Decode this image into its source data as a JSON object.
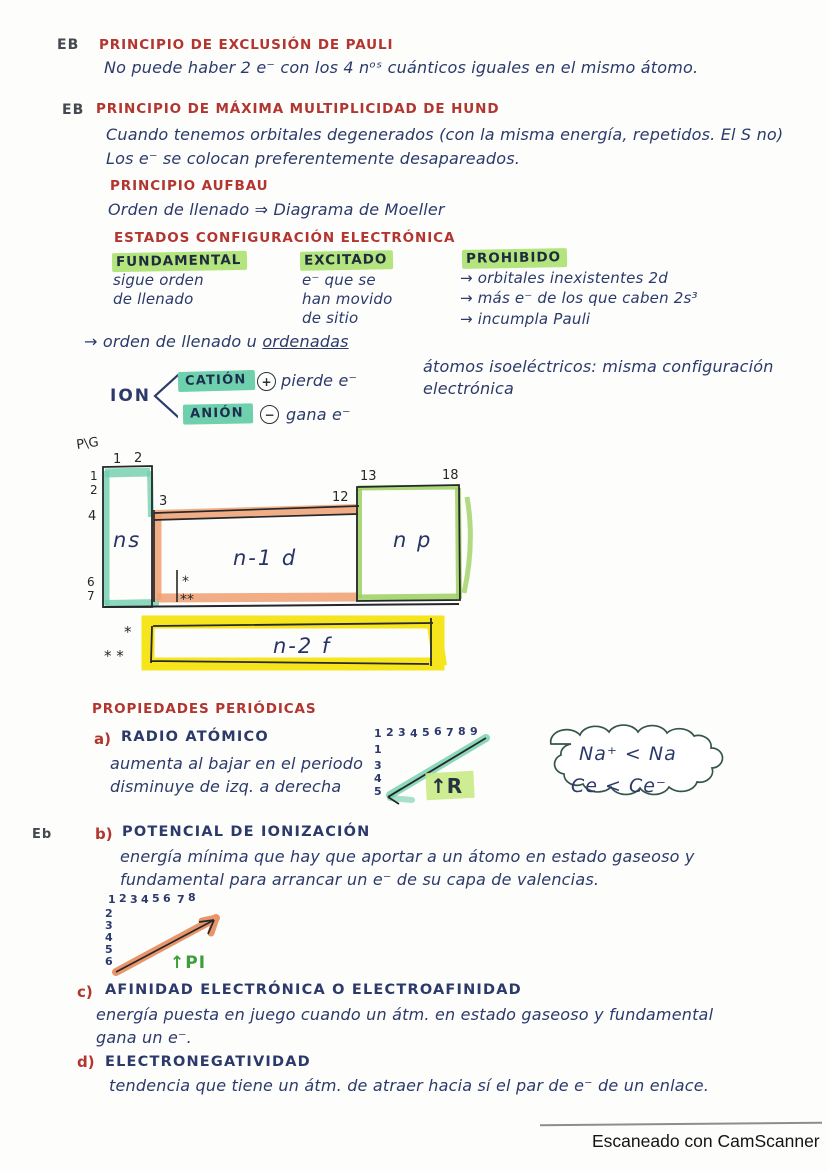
{
  "pauli": {
    "margin": "EB",
    "title": "PRINCIPIO DE EXCLUSIÓN DE PAULI",
    "body": "No puede haber 2 e⁻ con los 4 nᵒˢ cuánticos iguales en el mismo átomo."
  },
  "hund": {
    "margin": "EB",
    "title": "PRINCIPIO DE MÁXIMA MULTIPLICIDAD DE HUND",
    "line1": "Cuando tenemos orbitales degenerados (con la misma energía, repetidos. El S no)",
    "line2": "Los e⁻ se colocan preferentemente desapareados."
  },
  "aufbau": {
    "title": "PRINCIPIO AUFBAU",
    "body": "Orden de llenado ⇒ Diagrama de Moeller"
  },
  "estados": {
    "title": "ESTADOS CONFIGURACIÓN ELECTRÓNICA",
    "columns": [
      {
        "label": "FUNDAMENTAL",
        "lines": [
          "sigue orden",
          "de llenado"
        ]
      },
      {
        "label": "EXCITADO",
        "lines": [
          "e⁻ que se",
          "han movido",
          "de sitio"
        ]
      },
      {
        "label": "PROHIBIDO",
        "lines": [
          "→ orbitales inexistentes 2d",
          "→ más e⁻ de los que caben 2s³",
          "→ incumpla Pauli"
        ]
      }
    ]
  },
  "llenado_nota": {
    "text": "→ orden de llenado u ",
    "underlined": "ordenadas"
  },
  "ion": {
    "label": "ION",
    "cation": {
      "label": "CATIÓN",
      "sign": "+",
      "desc": "pierde e⁻"
    },
    "anion": {
      "label": "ANIÓN",
      "sign": "−",
      "desc": "gana e⁻"
    }
  },
  "isoelectricos": {
    "line1": "átomos isoeléctricos: misma configuración",
    "line2": "electrónica"
  },
  "tabla": {
    "corner": "P\\G",
    "groups": {
      "g1": "1",
      "g2": "2",
      "g3": "3",
      "g12": "12",
      "g13": "13",
      "g18": "18"
    },
    "periods": [
      "1",
      "2",
      "4",
      "6",
      "7"
    ],
    "blocks": {
      "s": "ns",
      "d": "n-1 d",
      "p": "n p",
      "f": "n-2 f"
    },
    "ast1": "*",
    "ast2": "**",
    "f_ast1": "*",
    "f_ast2": "* *"
  },
  "propiedades": {
    "title": "PROPIEDADES PERIÓDICAS"
  },
  "radio": {
    "letter": "a)",
    "title": "RADIO ATÓMICO",
    "line1": "aumenta al bajar en el periodo",
    "line2": "disminuye de izq. a derecha",
    "diagram": {
      "x_ticks": [
        "1",
        "2",
        "3",
        "4",
        "5",
        "6",
        "7",
        "8",
        "9"
      ],
      "y_ticks": [
        "1",
        "3",
        "4",
        "5"
      ],
      "label": "↑R"
    },
    "bubble": {
      "line1": "Na⁺ < Na",
      "line2": "Ce < Ce⁻"
    }
  },
  "potencial": {
    "margin": "Eb",
    "letter": "b)",
    "title": "POTENCIAL DE IONIZACIÓN",
    "line1": "energía mínima que hay que aportar a un átomo en estado gaseoso y",
    "line2": "fundamental para arrancar un e⁻ de su capa de valencias.",
    "diagram": {
      "x_ticks": [
        "1",
        "2",
        "3",
        "4",
        "5",
        "6",
        "7",
        "8"
      ],
      "y_ticks": [
        "2",
        "3",
        "4",
        "5",
        "6"
      ],
      "label": "↑PI"
    }
  },
  "afinidad": {
    "letter": "c)",
    "title": "AFINIDAD ELECTRÓNICA O ELECTROAFINIDAD",
    "line1": "energía puesta en juego cuando un átm. en estado gaseoso y fundamental",
    "line2": "gana un e⁻."
  },
  "electronegatividad": {
    "letter": "d)",
    "title": "ELECTRONEGATIVIDAD",
    "line1": "tendencia que tiene un átm. de atraer hacia sí el par de e⁻ de un enlace."
  },
  "footer": {
    "label": "Escaneado con CamScanner"
  },
  "colors": {
    "heading_red": "#b23530",
    "ink_navy": "#2c3a6b",
    "ink_black": "#222222",
    "highlight_green": "#b4e47e",
    "highlight_teal": "#6fd0ad",
    "highlight_orange": "#efa172",
    "highlight_yellow": "#f6e51c",
    "np_green": "#9ed163"
  }
}
